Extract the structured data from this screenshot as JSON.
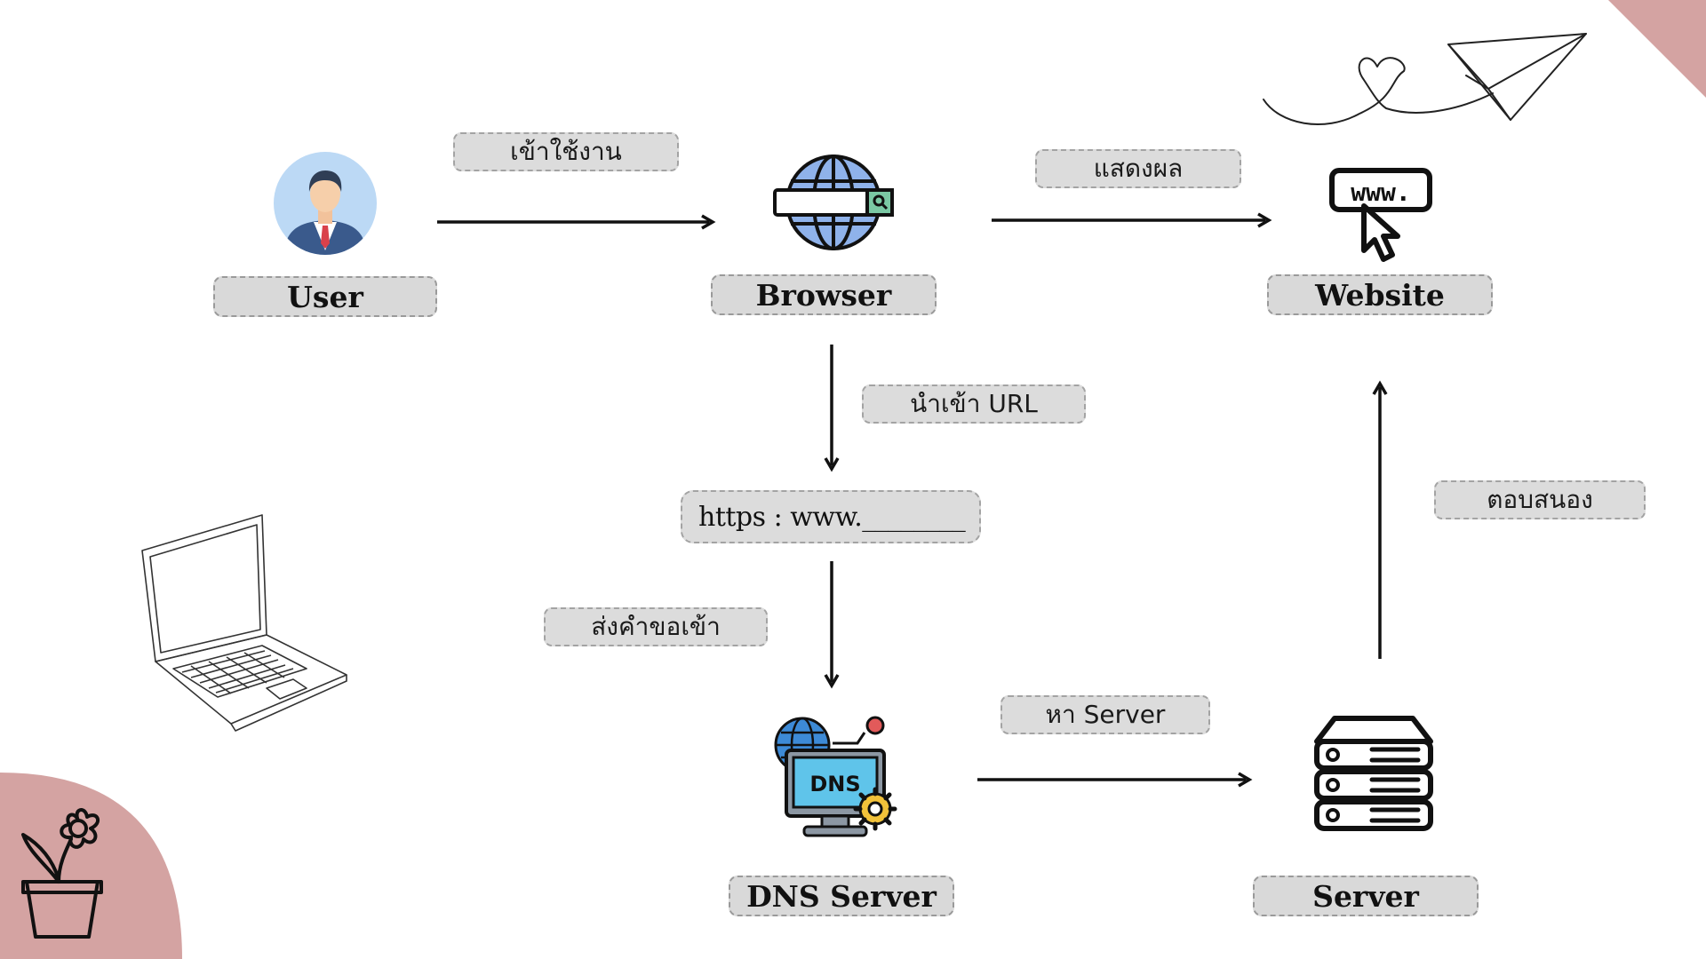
{
  "nodes": {
    "user": "User",
    "browser": "Browser",
    "website": "Website",
    "dns_server": "DNS Server",
    "server": "Server"
  },
  "edges": {
    "user_to_browser": "เข้าใช้งาน",
    "browser_to_website": "แสดงผล",
    "browser_to_url": "นำเข้า URL",
    "url_to_dns": "ส่งคำขอเข้า",
    "dns_to_server": "หา Server",
    "server_to_website": "ตอบสนอง"
  },
  "url_box": "https : www.________",
  "icons": {
    "user": "user-avatar-icon",
    "browser": "globe-search-icon",
    "website": "www-cursor-icon",
    "dns": "dns-monitor-icon",
    "server": "server-rack-icon",
    "laptop": "laptop-sketch-icon",
    "plant": "flower-pot-icon",
    "plane": "paper-plane-heart-icon"
  },
  "colors": {
    "accent_corner": "#d4a3a2",
    "label_bg": "#d9d9d9",
    "globe_blue": "#7fa6e6",
    "dns_screen": "#5ec0e6"
  }
}
